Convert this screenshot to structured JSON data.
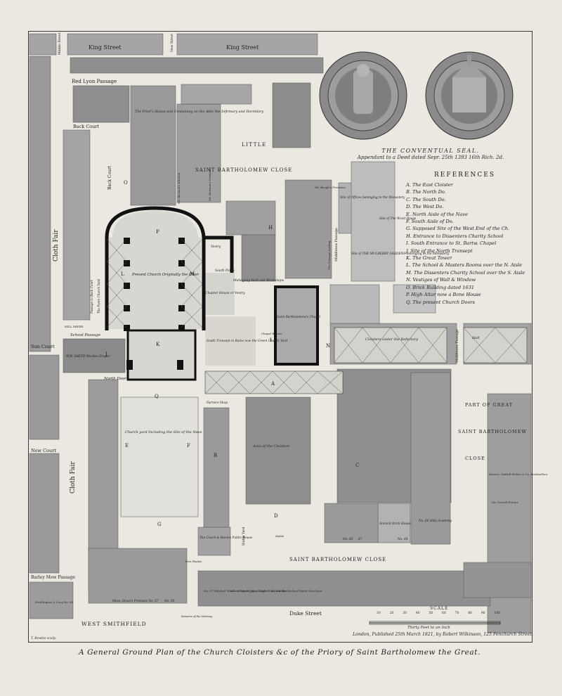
{
  "caption": "A General Ground Plan of the Church Cloisters &c of the Priory of Saint Bartholomew the Great.",
  "engraver": "T. Bowles sculp.",
  "publisher": "London, Published 25th March 1821, by Robert Wilkinson, 125 Fenchurch Street.",
  "seal": {
    "title": "THE CONVENTUAL SEAL.",
    "subtitle": "Appendant to a Deed dated Sepr. 25th 1393 16th Rich. 2d."
  },
  "references": {
    "heading": "REFERENCES",
    "items": [
      "A. The East Cloister",
      "B. The North Do.",
      "C. The South Do.",
      "D. The West Do.",
      "E. North Aisle of the Nave",
      "F. South Aisle of Do.",
      "G. Supposed Site of the West End of the Ch.",
      "H. Entrance to Dissenters Charity School",
      "I. South Entrance to St. Bartw. Chapel",
      "J. Site of the North Transept",
      "K. The Great Tower",
      "L. The School & Masters Rooms over the N. Aisle",
      "M. The Dissenters Charity School over the S. Aisle",
      "N. Vestiges of Wall & Window",
      "O. Brick Building dated 1631",
      "P. High Altar now a Bone House",
      "Q. The present Church Doors"
    ]
  },
  "scale": {
    "label": "SCALE",
    "caption": "Thirty Feet to an Inch",
    "ticks": [
      "10",
      "20",
      "30",
      "40",
      "50",
      "60",
      "70",
      "80",
      "90",
      "100"
    ]
  },
  "streets": {
    "king_street_a": "King Street",
    "king_street_b": "King Street",
    "middle_street": "Middle Street",
    "new_street": "New Street",
    "red_lyon_passage": "Red Lyon Passage",
    "back_court": "Back Court",
    "back_court_v": "Back Court",
    "little": "LITTLE",
    "saint_bartholomew_close_top": "SAINT BARTHOLOMEW CLOSE",
    "cloth_fair_top": "Cloth Fair",
    "cloth_fair_bottom": "Cloth Fair",
    "sun_court": "Sun Court",
    "new_court": "New Court",
    "barley_mow_passage": "Barley Mow Passage",
    "west_smithfield": "WEST SMITHFIELD",
    "duke_street": "Duke Street",
    "saint_bartholomew_close_bottom": "SAINT BARTHOLOMEW CLOSE",
    "part_of_great": "PART OF GREAT",
    "saint_bartholomew_right": "SAINT BARTHOLOMEW",
    "close_right": "CLOSE",
    "school_passage": "School Passage",
    "north_door": "North Door",
    "middlesex_passage": "Middlesex Passage",
    "middlesex_passage_right": "Middlesex Passage",
    "stable_yard": "Stable Yard"
  },
  "labels": {
    "priors_house": "The Prior's House and Containing on the Attic the Infirmary and Dormitory",
    "present_church": "Present Church Originally the Choir",
    "chapter_house": "Chapter House or Vestry",
    "mahogany_yard": "Mahogany Yard and Workshops",
    "south_porch": "South Porch",
    "vestry": "Vestry",
    "south_transept": "South Transept in Ruins now the Green Church Yard",
    "saint_bartholomews_chapel": "Saint Bartholomew's Chapel",
    "chapel_rooms": "Chapel Rooms",
    "church_yard": "Church yard Including the Site of the Nave",
    "area_of_cloisters": "Area of the Cloisters",
    "cloisters_under_refectory": "Cloisters under the Refectory",
    "hall": "Hall",
    "site_of_offices": "Site of Offices belonging to the Monastery",
    "site_of_wood_house": "Site of The Wood House",
    "mulberry_gardens": "Site of THE MULBERRY GARDENS belonging to the Monastery",
    "coach_horses": "The Coach & Horses Public House",
    "farriers_shop": "Farriers Shop",
    "ancient_brick_house": "Ancient Brick House",
    "hills_academy": "No. 66 Hills Academy",
    "no_65": "No. 65",
    "no_67": "67",
    "no_64": "No. 64",
    "rose_passage_school": "Passage to Back Court",
    "poors_church_yard": "The Poors Church Yard",
    "sw_smith": "W.W. SMITH Woollen Draper",
    "mr_burmans_premises": "Mr. Burman's Premises",
    "mr_burmans_kitchen": "Mr. Burman's Kitchen",
    "mr_burgh_premises": "Mr. Burgh's Premises",
    "the_passage_leading": "The Passage leading",
    "nutsall_fisher": "Messrs. Nuttall Fisher & Co. Booksellers",
    "sorrell_printer": "Mr. Sorrell Printer",
    "dixons_premises": "Mess. Dixon's Premises No. 57",
    "no_58": "No. 58",
    "pocklington": "Pocklington & Lacy No. 60",
    "mitchell": "No. 57 Mitchell Woollen Draper",
    "wiggins": "No. 56 Mr. Wiggins Taylor",
    "hunt": "No. 55 Mr. Hunt Butcher",
    "richard": "No. 54 Mr. Richard Spirit Merchant",
    "remains_gateway": "Remains of the Gateway",
    "iron_shades": "Iron Shades",
    "stable": "Stable",
    "hill_dryer": "HILL DRYER",
    "letter_A": "A",
    "letter_B": "B",
    "letter_C": "C",
    "letter_D": "D",
    "letter_E": "E",
    "letter_F": "F",
    "letter_G": "G",
    "letter_H": "H",
    "letter_I": "I",
    "letter_J": "J",
    "letter_K": "K",
    "letter_L": "L",
    "letter_M": "M",
    "letter_N": "N",
    "letter_O": "O",
    "letter_P": "P",
    "letter_Q": "Q"
  },
  "colors": {
    "paper": "#ebe7e1",
    "building_dark": "#8e8e8e",
    "building_mid": "#a9a9a9",
    "building_light": "#c3c3c3",
    "wall": "#111111",
    "ink": "#222222"
  }
}
